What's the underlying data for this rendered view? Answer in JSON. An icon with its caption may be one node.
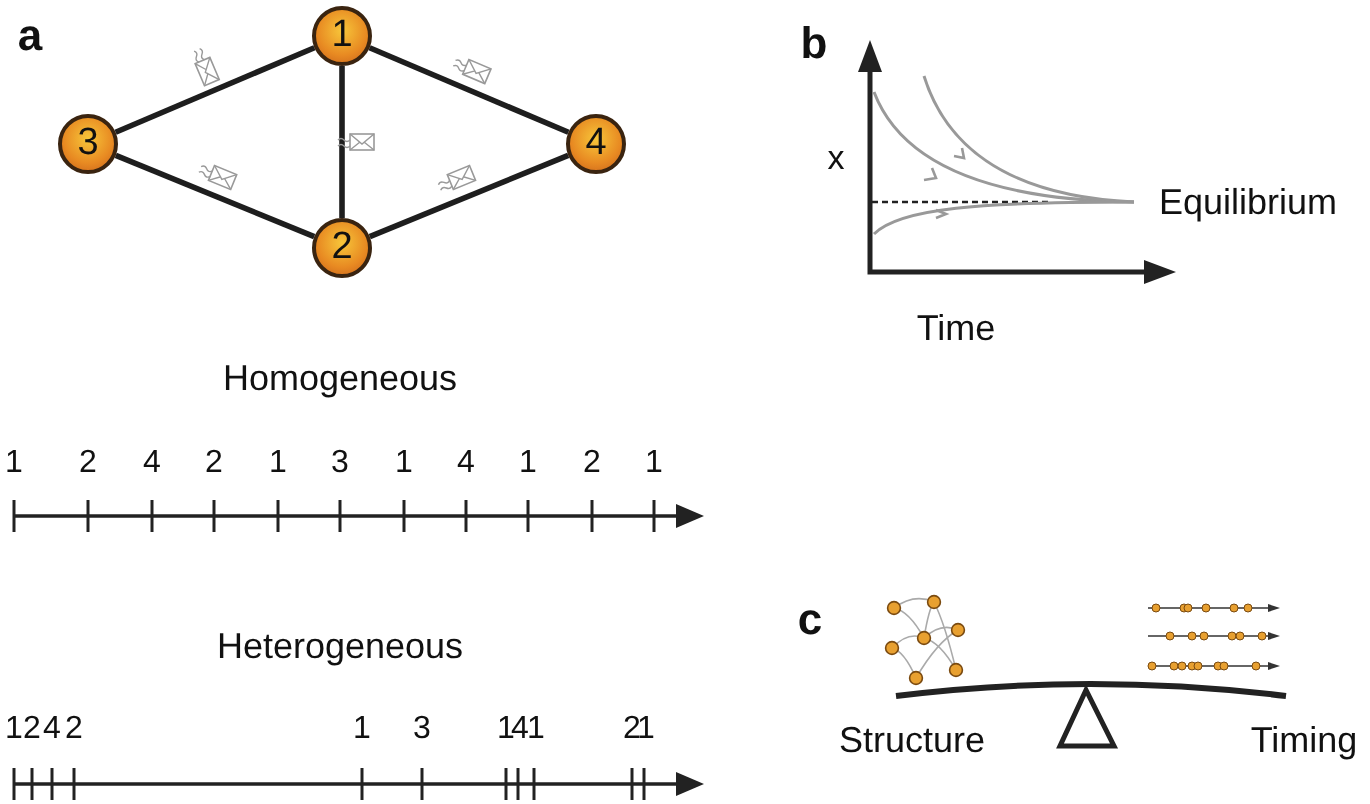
{
  "diagram": {
    "nodes": [
      {
        "text": [
          "1"
        ]
      },
      {
        "text": [
          "3"
        ]
      },
      {
        "text": [
          "4"
        ]
      },
      {
        "text": [
          "2"
        ]
      }
    ],
    "edges": [
      {
        "from": 0,
        "to": 1,
        "arrow": "none"
      },
      {
        "from": 0,
        "to": 3,
        "arrow": "none"
      },
      {
        "from": 0,
        "to": 2,
        "arrow": "none"
      },
      {
        "from": 1,
        "to": 3,
        "arrow": "none"
      },
      {
        "from": 3,
        "to": 2,
        "arrow": "none"
      }
    ],
    "labels": [
      "a",
      "b",
      "x",
      "Equilibrium",
      "Time",
      "Homogeneous",
      "1",
      "2",
      "4",
      "2",
      "1",
      "3",
      "1",
      "4",
      "1",
      "2",
      "1",
      "Heterogeneous",
      "1",
      "2",
      "4",
      "2",
      "1",
      "3",
      "1",
      "4",
      "1",
      "2",
      "1",
      "c",
      "Structure",
      "Timing"
    ]
  }
}
